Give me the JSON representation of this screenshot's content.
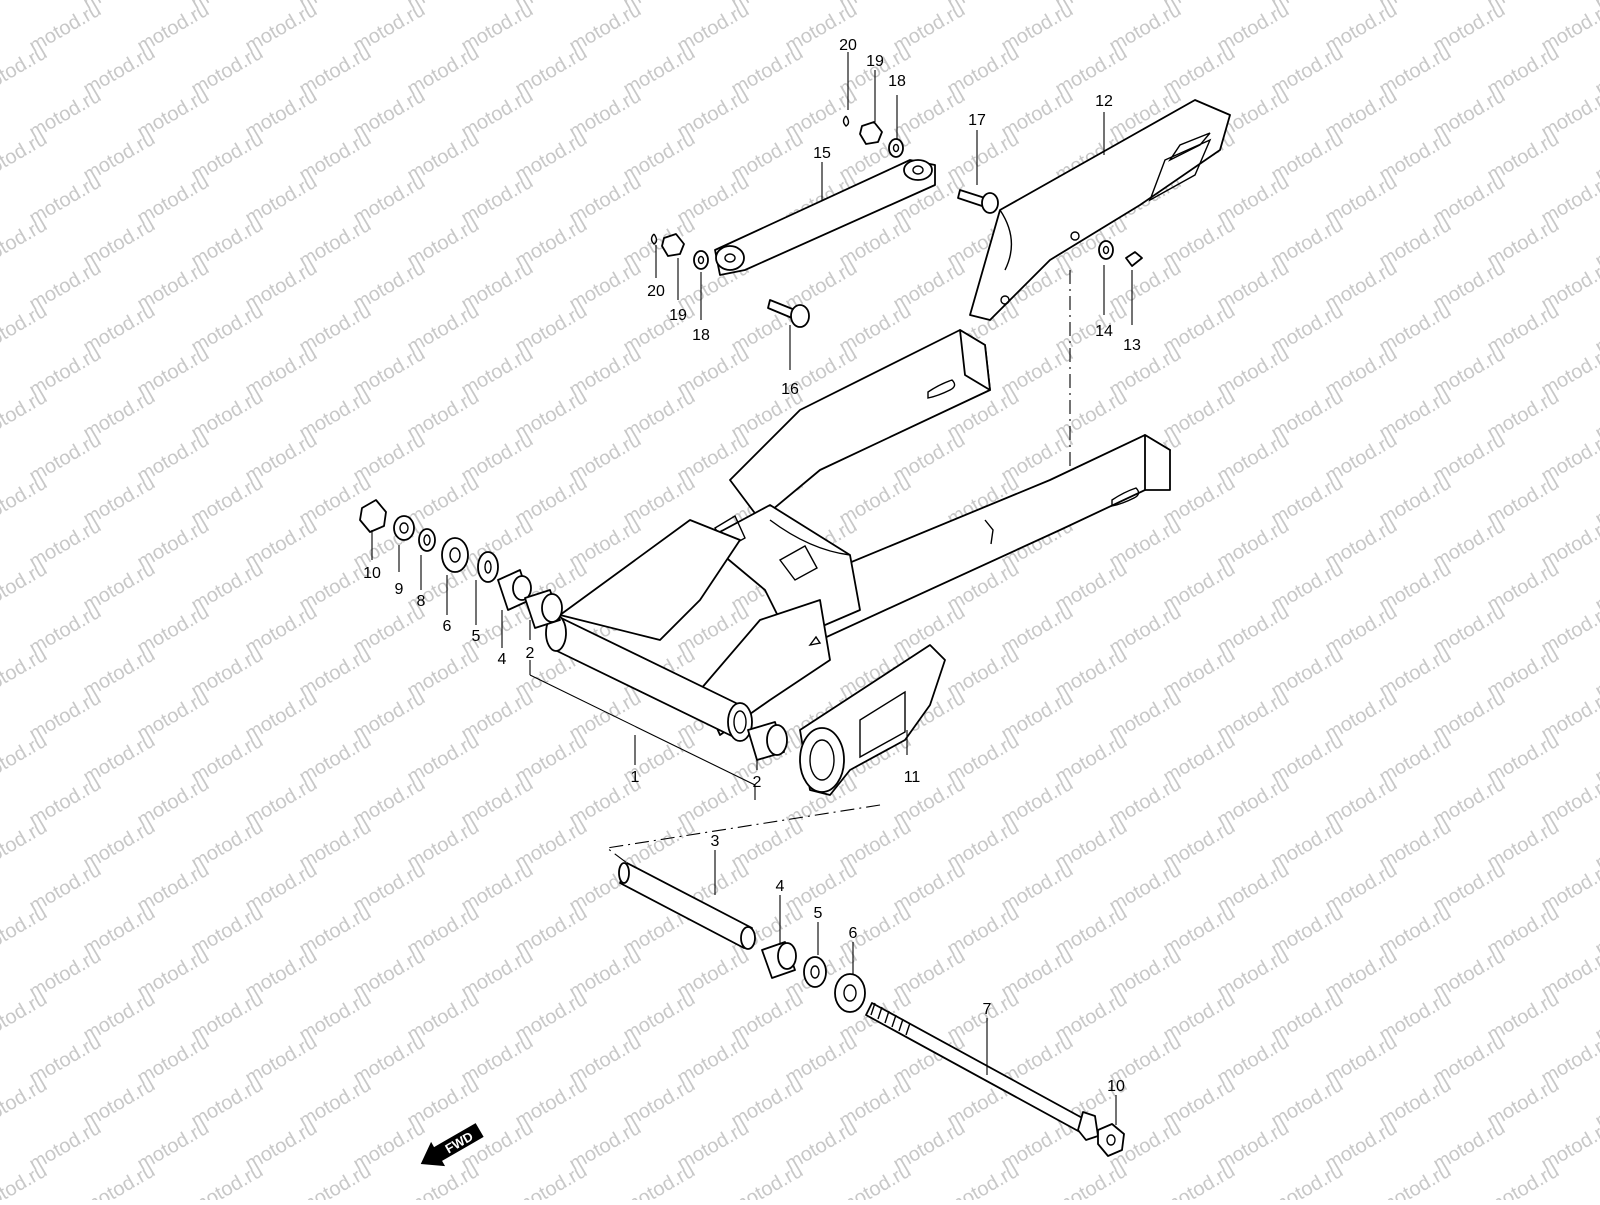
{
  "watermark": "motod.ru",
  "fwd_label": "FWD",
  "callouts": [
    {
      "id": "1",
      "text": "1"
    },
    {
      "id": "2a",
      "text": "2"
    },
    {
      "id": "2b",
      "text": "2"
    },
    {
      "id": "3",
      "text": "3"
    },
    {
      "id": "4a",
      "text": "4"
    },
    {
      "id": "4b",
      "text": "4"
    },
    {
      "id": "5a",
      "text": "5"
    },
    {
      "id": "5b",
      "text": "5"
    },
    {
      "id": "6a",
      "text": "6"
    },
    {
      "id": "6b",
      "text": "6"
    },
    {
      "id": "7",
      "text": "7"
    },
    {
      "id": "8",
      "text": "8"
    },
    {
      "id": "9",
      "text": "9"
    },
    {
      "id": "10a",
      "text": "10"
    },
    {
      "id": "10b",
      "text": "10"
    },
    {
      "id": "11",
      "text": "11"
    },
    {
      "id": "12",
      "text": "12"
    },
    {
      "id": "13",
      "text": "13"
    },
    {
      "id": "14",
      "text": "14"
    },
    {
      "id": "15",
      "text": "15"
    },
    {
      "id": "16",
      "text": "16"
    },
    {
      "id": "17",
      "text": "17"
    },
    {
      "id": "18a",
      "text": "18"
    },
    {
      "id": "18b",
      "text": "18"
    },
    {
      "id": "19a",
      "text": "19"
    },
    {
      "id": "19b",
      "text": "19"
    },
    {
      "id": "20a",
      "text": "20"
    },
    {
      "id": "20b",
      "text": "20"
    }
  ]
}
